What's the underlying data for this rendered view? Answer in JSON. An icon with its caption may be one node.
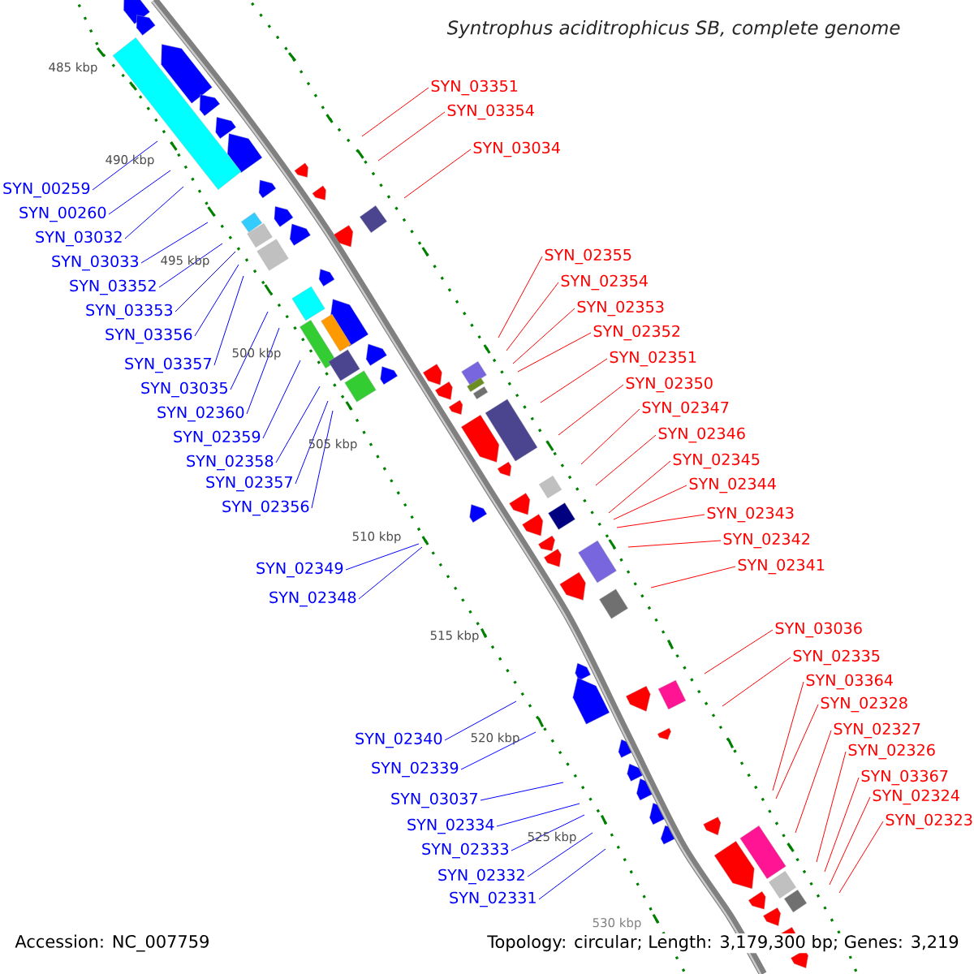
{
  "diagram": {
    "title": "*Syntrophus aciditrophicus* SB, complete genome",
    "nodes": [
      {
        "text": [
          "SYN_00259"
        ]
      },
      {
        "text": [
          "SYN_00260"
        ]
      },
      {
        "text": [
          "SYN_03032"
        ]
      },
      {
        "text": [
          "SYN_03033"
        ]
      },
      {
        "text": [
          "SYN_03352"
        ]
      },
      {
        "text": [
          "SYN_03353"
        ]
      },
      {
        "text": [
          "SYN_03356"
        ]
      },
      {
        "text": [
          "SYN_03357"
        ]
      },
      {
        "text": [
          "SYN_03035"
        ]
      },
      {
        "text": [
          "SYN_02360"
        ]
      },
      {
        "text": [
          "SYN_02359"
        ]
      },
      {
        "text": [
          "SYN_02358"
        ]
      },
      {
        "text": [
          "SYN_02357"
        ]
      },
      {
        "text": [
          "SYN_02356"
        ]
      },
      {
        "text": [
          "SYN_02349"
        ]
      },
      {
        "text": [
          "SYN_02348"
        ]
      },
      {
        "text": [
          "SYN_02340"
        ]
      },
      {
        "text": [
          "SYN_02339"
        ]
      },
      {
        "text": [
          "SYN_03037"
        ]
      },
      {
        "text": [
          "SYN_02334"
        ]
      },
      {
        "text": [
          "SYN_02333"
        ]
      },
      {
        "text": [
          "SYN_02332"
        ]
      },
      {
        "text": [
          "SYN_02331"
        ]
      },
      {
        "text": [
          "SYN_03351"
        ]
      },
      {
        "text": [
          "SYN_03354"
        ]
      },
      {
        "text": [
          "SYN_03034"
        ]
      },
      {
        "text": [
          "SYN_02355"
        ]
      },
      {
        "text": [
          "SYN_02354"
        ]
      },
      {
        "text": [
          "SYN_02353"
        ]
      },
      {
        "text": [
          "SYN_02352"
        ]
      },
      {
        "text": [
          "SYN_02351"
        ]
      },
      {
        "text": [
          "SYN_02350"
        ]
      },
      {
        "text": [
          "SYN_02347"
        ]
      },
      {
        "text": [
          "SYN_02346"
        ]
      },
      {
        "text": [
          "SYN_02345"
        ]
      },
      {
        "text": [
          "SYN_02344"
        ]
      },
      {
        "text": [
          "SYN_02343"
        ]
      },
      {
        "text": [
          "SYN_02342"
        ]
      },
      {
        "text": [
          "SYN_02341"
        ]
      },
      {
        "text": [
          "SYN_03036"
        ]
      },
      {
        "text": [
          "SYN_02335"
        ]
      },
      {
        "text": [
          "SYN_03364"
        ]
      },
      {
        "text": [
          "SYN_02328"
        ]
      },
      {
        "text": [
          "SYN_02327"
        ]
      },
      {
        "text": [
          "SYN_02326"
        ]
      },
      {
        "text": [
          "SYN_03367"
        ]
      },
      {
        "text": [
          "SYN_02324"
        ]
      },
      {
        "text": [
          "SYN_02323"
        ]
      }
    ],
    "edges": [
      {
        "from": 0,
        "to": null,
        "arrow": "none",
        "color": "#0000ff"
      },
      {
        "from": 1,
        "to": null,
        "arrow": "none",
        "color": "#0000ff"
      },
      {
        "from": 2,
        "to": null,
        "arrow": "none",
        "color": "#0000ff"
      },
      {
        "from": 3,
        "to": null,
        "arrow": "none",
        "color": "#0000ff"
      },
      {
        "from": 4,
        "to": null,
        "arrow": "none",
        "color": "#0000ff"
      },
      {
        "from": 5,
        "to": null,
        "arrow": "none",
        "color": "#0000ff"
      },
      {
        "from": 6,
        "to": null,
        "arrow": "none",
        "color": "#0000ff"
      },
      {
        "from": 7,
        "to": null,
        "arrow": "none",
        "color": "#0000ff"
      },
      {
        "from": 8,
        "to": null,
        "arrow": "none",
        "color": "#0000ff"
      },
      {
        "from": 9,
        "to": null,
        "arrow": "none",
        "color": "#0000ff"
      },
      {
        "from": 10,
        "to": null,
        "arrow": "none",
        "color": "#0000ff"
      },
      {
        "from": 11,
        "to": null,
        "arrow": "none",
        "color": "#0000ff"
      },
      {
        "from": 12,
        "to": null,
        "arrow": "none",
        "color": "#0000ff"
      },
      {
        "from": 13,
        "to": null,
        "arrow": "none",
        "color": "#0000ff"
      },
      {
        "from": 14,
        "to": null,
        "arrow": "none",
        "color": "#0000ff"
      },
      {
        "from": 15,
        "to": null,
        "arrow": "none",
        "color": "#0000ff"
      },
      {
        "from": 16,
        "to": null,
        "arrow": "none",
        "color": "#0000ff"
      },
      {
        "from": 17,
        "to": null,
        "arrow": "none",
        "color": "#0000ff"
      },
      {
        "from": 18,
        "to": null,
        "arrow": "none",
        "color": "#0000ff"
      },
      {
        "from": 19,
        "to": null,
        "arrow": "none",
        "color": "#0000ff"
      },
      {
        "from": 20,
        "to": null,
        "arrow": "none",
        "color": "#0000ff"
      },
      {
        "from": 21,
        "to": null,
        "arrow": "none",
        "color": "#0000ff"
      },
      {
        "from": 22,
        "to": null,
        "arrow": "none",
        "color": "#0000ff"
      },
      {
        "from": 23,
        "to": null,
        "arrow": "none"
      },
      {
        "from": 24,
        "to": null,
        "arrow": "none"
      },
      {
        "from": 25,
        "to": null,
        "arrow": "none"
      },
      {
        "from": 26,
        "to": null,
        "arrow": "none"
      },
      {
        "from": 27,
        "to": null,
        "arrow": "none"
      },
      {
        "from": 28,
        "to": null,
        "arrow": "none"
      },
      {
        "from": 29,
        "to": null,
        "arrow": "none"
      },
      {
        "from": 30,
        "to": null,
        "arrow": "none"
      },
      {
        "from": 31,
        "to": null,
        "arrow": "none"
      },
      {
        "from": 32,
        "to": null,
        "arrow": "none"
      },
      {
        "from": 33,
        "to": null,
        "arrow": "none"
      },
      {
        "from": 34,
        "to": null,
        "arrow": "none"
      },
      {
        "from": 35,
        "to": null,
        "arrow": "none"
      },
      {
        "from": 36,
        "to": null,
        "arrow": "none"
      },
      {
        "from": 37,
        "to": null,
        "arrow": "none"
      },
      {
        "from": 38,
        "to": null,
        "arrow": "none"
      },
      {
        "from": 39,
        "to": null,
        "arrow": "none"
      },
      {
        "from": 40,
        "to": null,
        "arrow": "none"
      },
      {
        "from": 41,
        "to": null,
        "arrow": "none"
      },
      {
        "from": 42,
        "to": null,
        "arrow": "none"
      },
      {
        "from": 43,
        "to": null,
        "arrow": "none"
      },
      {
        "from": 44,
        "to": null,
        "arrow": "none"
      },
      {
        "from": 45,
        "to": null,
        "arrow": "none"
      },
      {
        "from": 46,
        "to": null,
        "arrow": "none"
      },
      {
        "from": 47,
        "to": null,
        "arrow": "none"
      }
    ],
    "labels": [
      "485 kbp",
      "490 kbp",
      "495 kbp",
      "500 kbp",
      "505 kbp",
      "510 kbp",
      "515 kbp",
      "520 kbp",
      "525 kbp",
      "530 kbp",
      "Accession: NC_007759",
      "Topology: circular; Length: 3,179,300 bp; Genes: 3,219"
    ]
  }
}
